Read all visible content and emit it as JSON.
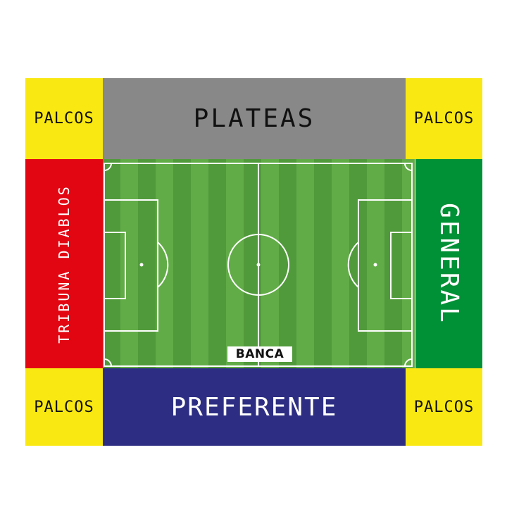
{
  "sections": {
    "palcos_top_left": "PALCOS",
    "plateas": "PLATEAS",
    "palcos_top_right": "PALCOS",
    "tribuna_diablos": "TRIBUNA DIABLOS",
    "general": "GENERAL",
    "palcos_bottom_left": "PALCOS",
    "preferente": "PREFERENTE",
    "palcos_bottom_right": "PALCOS",
    "banca": "BANCA"
  },
  "colors": {
    "palcos": "#f9e812",
    "plateas": "#888888",
    "preferente": "#2d2e83",
    "tribuna_diablos": "#e20613",
    "general": "#009036",
    "pitch_light": "#62ac48",
    "pitch_dark": "#519a3b"
  },
  "icons": {
    "pitch": "soccer-field-icon"
  }
}
